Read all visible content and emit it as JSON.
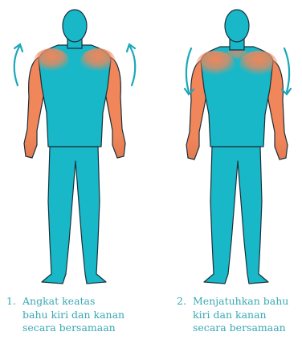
{
  "colors": {
    "body": "#18b8c8",
    "outline": "#1a2f3a",
    "highlight": "#f0865a",
    "arrow": "#1aa8b8",
    "caption_text": "#3aa8b4"
  },
  "steps": [
    {
      "number": "1.",
      "text": "Angkat keatas\nbahu kiri dan kanan\nsecara bersamaan",
      "arrow_direction": "up",
      "arrow_icon": "arrow-up-icon"
    },
    {
      "number": "2.",
      "text": "Menjatuhkan bahu\nkiri dan kanan\nsecara bersamaan",
      "arrow_direction": "down",
      "arrow_icon": "arrow-down-icon"
    }
  ]
}
